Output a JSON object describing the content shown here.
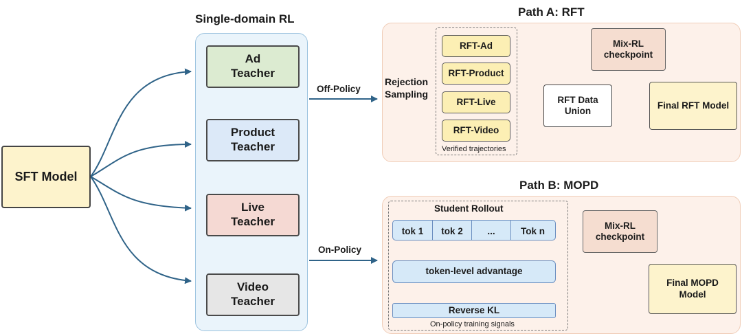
{
  "sft_model": "SFT Model",
  "single_domain": {
    "title": "Single-domain RL",
    "teachers": [
      {
        "label": "Ad\nTeacher",
        "color": "#dcebd1"
      },
      {
        "label": "Product\nTeacher",
        "color": "#dce9f8"
      },
      {
        "label": "Live\nTeacher",
        "color": "#f5d9d3"
      },
      {
        "label": "Video\nTeacher",
        "color": "#e6e6e6"
      }
    ]
  },
  "off_policy_label": "Off-Policy",
  "on_policy_label": "On-Policy",
  "path_a": {
    "title": "Path A: RFT",
    "rejection_sampling": "Rejection\nSampling",
    "rft_items": [
      "RFT-Ad",
      "RFT-Product",
      "RFT-Live",
      "RFT-Video"
    ],
    "verified_label": "Verified trajectories",
    "data_union": "RFT Data\nUnion",
    "mixrl_checkpoint": "Mix-RL\ncheckpoint",
    "final_model": "Final RFT Model"
  },
  "path_b": {
    "title": "Path B: MOPD",
    "student_rollout": "Student Rollout",
    "tokens": [
      "tok 1",
      "tok 2",
      "...",
      "Tok n"
    ],
    "token_advantage": "token-level advantage",
    "reverse_kl": "Reverse KL",
    "signals_label": "On-policy training signals",
    "mixrl_checkpoint": "Mix-RL\ncheckpoint",
    "final_model": "Final MOPD\nModel"
  },
  "colors": {
    "sft_fill": "#fdf3cc",
    "teacher_panel": "#eaf4fb",
    "teacher_panel_border": "#9cc3df",
    "path_bg": "#fdf1ea",
    "path_border": "#f0cdb8",
    "rft_fill": "#fcefb4",
    "final_fill": "#fdf3cc",
    "checkpoint_fill": "#f5ddd0",
    "blue_fill": "#d6e9f8",
    "arrow_blue": "#2f6388",
    "arrow_gray": "#7a7a7a"
  }
}
